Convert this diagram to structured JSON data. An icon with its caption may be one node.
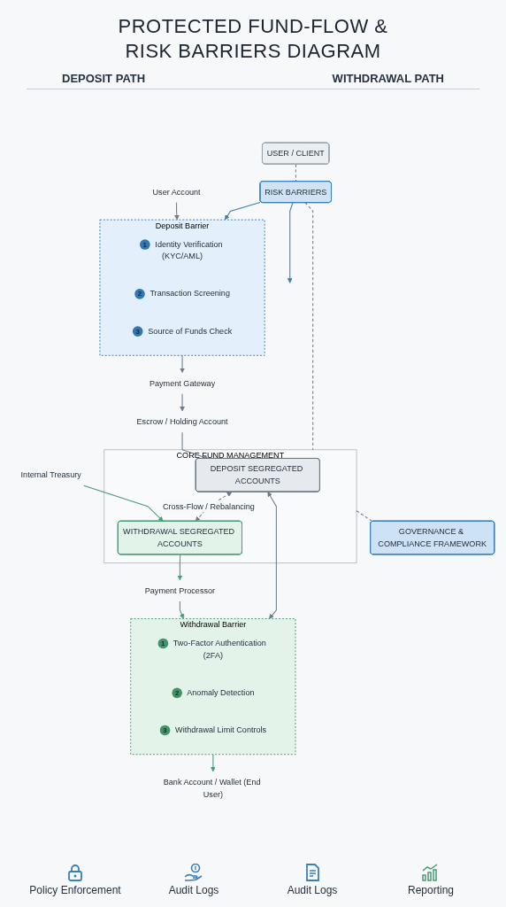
{
  "diagram": {
    "title": "PROTECTED FUND-FLOW & RISK BARRIERS DIAGRAM",
    "nodes": [
      {
        "text": [
          "USER / CLIENT"
        ]
      },
      {
        "text": [
          "User Account"
        ]
      },
      {
        "text": [
          "Internal Treasury"
        ]
      },
      {
        "text": [
          "Deposit Barrier"
        ]
      },
      {
        "text": [
          "1"
        ],
        "beside": [
          "Identity Verification (KYC/AML)"
        ],
        "in": 3
      },
      {
        "text": [
          "2"
        ],
        "beside": [
          "Transaction Screening"
        ],
        "in": 3
      },
      {
        "text": [
          "3"
        ],
        "beside": [
          "Source of Funds Check"
        ],
        "in": 3
      },
      {
        "text": [
          "RISK BARRIERS"
        ]
      },
      {
        "text": [
          "Payment Gateway"
        ]
      },
      {
        "text": [
          "Escrow / Holding Account"
        ]
      },
      {
        "text": [
          "CORE FUND MANAGEMENT"
        ]
      },
      {
        "text": [
          "DEPOSIT SEGREGATED ACCOUNTS"
        ],
        "in": 10
      },
      {
        "text": [
          "WITHDRAWAL SEGREGATED ACCOUNTS"
        ],
        "in": 10
      },
      {
        "text": [
          "Payment Processor"
        ]
      },
      {
        "text": [
          "GOVERNANCE & COMPLIANCE FRAMEWORK"
        ]
      },
      {
        "text": [
          "Withdrawal Barrier"
        ]
      },
      {
        "text": [
          "1"
        ],
        "beside": [
          "Two-Factor Authentication (2FA)"
        ],
        "in": 15
      },
      {
        "text": [
          "2"
        ],
        "beside": [
          "Anomaly Detection"
        ],
        "in": 15
      },
      {
        "text": [
          "3"
        ],
        "beside": [
          "Withdrawal Limit Controls"
        ],
        "in": 15
      },
      {
        "text": [
          "Bank Account / Wallet (End User)"
        ]
      }
    ],
    "edges": [
      {
        "from": 0,
        "to": 7,
        "arrow": "none",
        "style": "dashed"
      },
      {
        "from": 1,
        "to": 3,
        "arrow": "to"
      },
      {
        "from": 7,
        "to": 3,
        "arrow": "to",
        "color": "#3d7fa8"
      },
      {
        "from": 7,
        "to": null,
        "arrow": "to",
        "color": "#3d7fa8"
      },
      {
        "from": 7,
        "to": 10,
        "arrow": "none",
        "style": "dashed"
      },
      {
        "from": 3,
        "to": 8,
        "arrow": "to"
      },
      {
        "from": 8,
        "to": 9,
        "arrow": "to"
      },
      {
        "from": 9,
        "to": 11,
        "arrow": "to"
      },
      {
        "from": 2,
        "to": 12,
        "arrow": "to",
        "color": "#4a9a78"
      },
      {
        "from": 11,
        "to": 12,
        "arrow": "both",
        "style": "dashed",
        "label": "Cross-Flow / Rebalancing"
      },
      {
        "from": 12,
        "to": 13,
        "arrow": "to",
        "color": "#4a9a78"
      },
      {
        "from": 13,
        "to": 15,
        "arrow": "to",
        "color": "#4a9a78"
      },
      {
        "from": 10,
        "to": 14,
        "arrow": "none",
        "style": "dashed"
      },
      {
        "from": 11,
        "to": 15,
        "arrow": "both"
      },
      {
        "from": 15,
        "to": 19,
        "arrow": "to",
        "color": "#4a9a78"
      }
    ],
    "labels": [
      "DEPOSIT PATH",
      "WITHDRAWAL PATH",
      "Policy Enforcement",
      "Audit Logs",
      "Audit Logs",
      "Reporting"
    ]
  }
}
